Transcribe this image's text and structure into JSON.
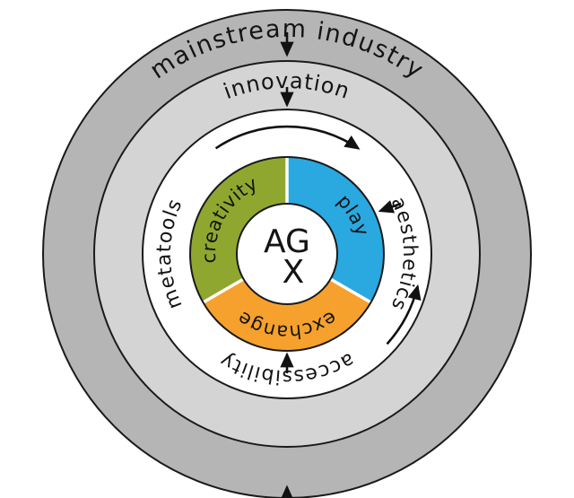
{
  "diagram": {
    "center": {
      "line1": "AG",
      "line2": "X"
    },
    "ring_labels": {
      "outer": "mainstream industry",
      "second": "innovation",
      "left": "metatools",
      "right": "aesthetics",
      "bottom": "accessibility"
    },
    "segments": [
      {
        "id": "creativity",
        "label": "creativity",
        "color": "#90a72f"
      },
      {
        "id": "play",
        "label": "play",
        "color": "#2aa8e0"
      },
      {
        "id": "exchange",
        "label": "exchange",
        "color": "#f6a12d"
      }
    ],
    "ring_colors": {
      "outer": "#b5b5b5",
      "second": "#d4d4d4",
      "third": "#ffffff",
      "center": "#ffffff"
    },
    "outline_color": "#1a1a1a",
    "arrow_color": "#111111"
  }
}
